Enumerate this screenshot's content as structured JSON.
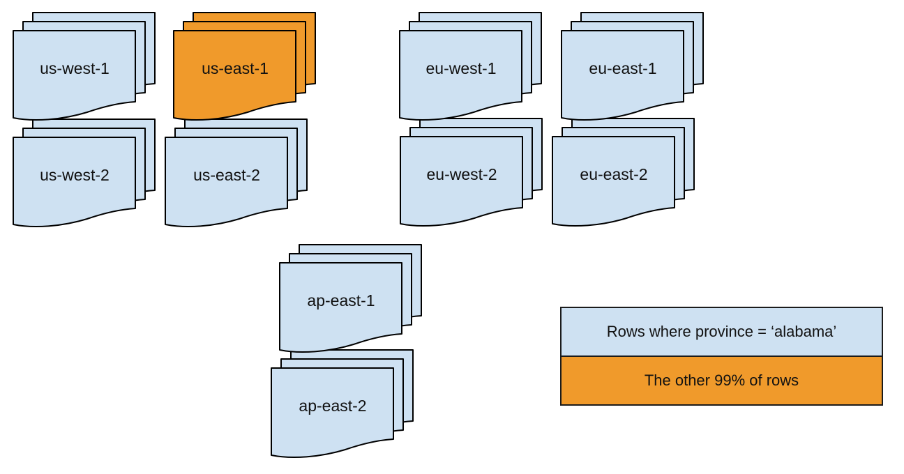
{
  "regions": [
    {
      "label": "us-west-1",
      "variant": "default"
    },
    {
      "label": "us-east-1",
      "variant": "highlight"
    },
    {
      "label": "eu-west-1",
      "variant": "default"
    },
    {
      "label": "eu-east-1",
      "variant": "default"
    },
    {
      "label": "us-west-2",
      "variant": "default"
    },
    {
      "label": "us-east-2",
      "variant": "default"
    },
    {
      "label": "eu-west-2",
      "variant": "default"
    },
    {
      "label": "eu-east-2",
      "variant": "default"
    },
    {
      "label": "ap-east-1",
      "variant": "default"
    },
    {
      "label": "ap-east-2",
      "variant": "default"
    }
  ],
  "legend": {
    "items": [
      {
        "label": "Rows where province = ‘alabama’",
        "color": "#cee1f2"
      },
      {
        "label": "The other 99% of rows",
        "color": "#f09a2b"
      }
    ]
  },
  "colors": {
    "document_fill": "#cee1f2",
    "highlight_fill": "#f09a2b",
    "stroke": "#000000",
    "text": "#111111"
  }
}
